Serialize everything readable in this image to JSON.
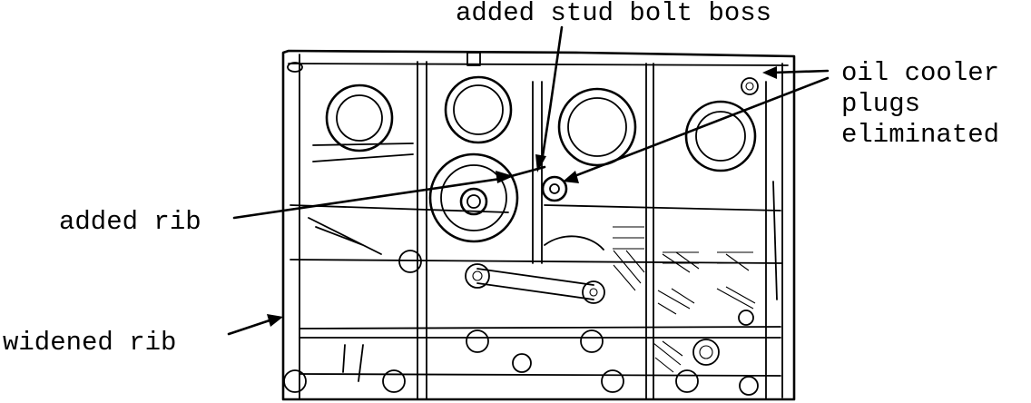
{
  "callouts": {
    "stud_boss": "added stud bolt boss",
    "oil_cooler_1": "oil cooler",
    "oil_cooler_2": "plugs",
    "oil_cooler_3": "eliminated",
    "added_rib": "added rib",
    "widened_rib": "widened rib"
  },
  "colors": {
    "ink": "#000000",
    "paper": "#ffffff"
  }
}
